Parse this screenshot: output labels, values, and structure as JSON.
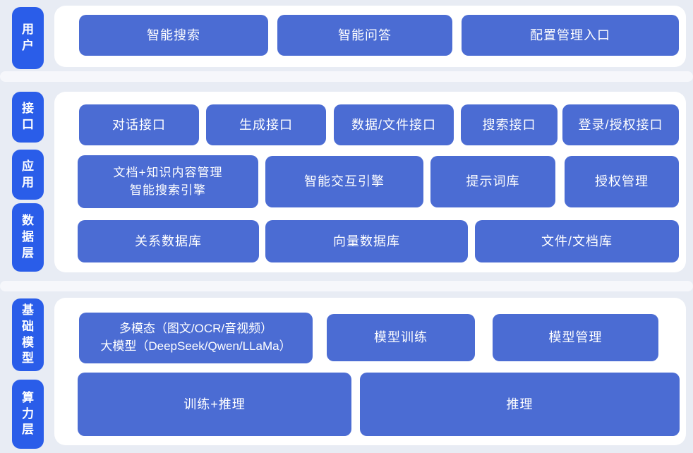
{
  "palette": {
    "background": "#e8ecf4",
    "card": "#ffffff",
    "label_blue": "#2a5de9",
    "button_blue": "#4b6cd3",
    "text_white": "#ffffff"
  },
  "layers": [
    {
      "label": "用户",
      "items": [
        "智能搜索",
        "智能问答",
        "配置管理入口"
      ]
    },
    {
      "label": "接口",
      "items": [
        "对话接口",
        "生成接口",
        "数据/文件接口",
        "搜索接口",
        "登录/授权接口"
      ]
    },
    {
      "label": "应用",
      "items": [
        "文档+知识内容管理\n智能搜索引擎",
        "智能交互引擎",
        "提示词库",
        "授权管理"
      ]
    },
    {
      "label": "数据层",
      "items": [
        "关系数据库",
        "向量数据库",
        "文件/文档库"
      ]
    },
    {
      "label": "基础模型",
      "items": [
        "多模态（图文/OCR/音视频）\n大模型（DeepSeek/Qwen/LLaMa）",
        "模型训练",
        "模型管理"
      ]
    },
    {
      "label": "算力层",
      "items": [
        "训练+推理",
        "推理"
      ]
    }
  ]
}
